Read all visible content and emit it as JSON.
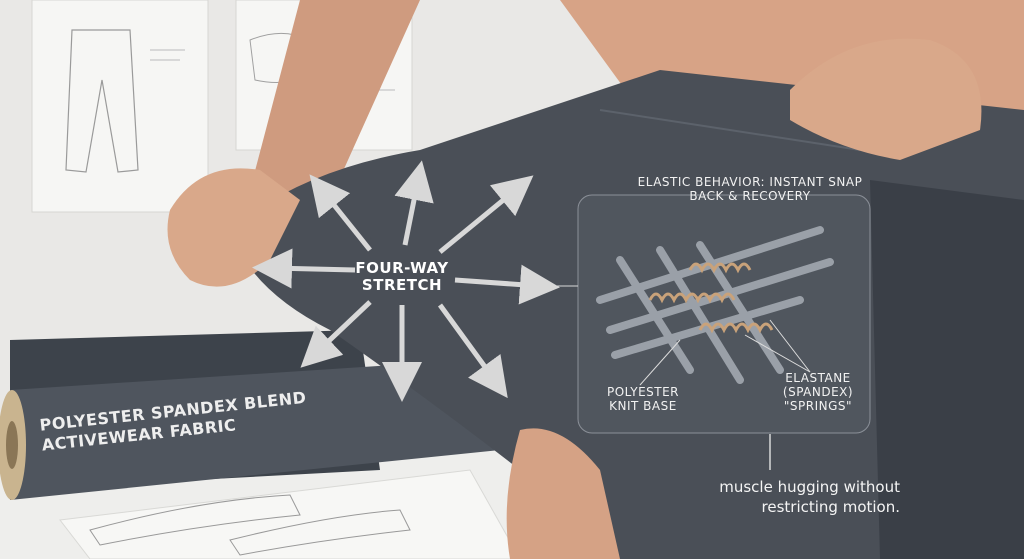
{
  "labels": {
    "stretch": "FOUR-WAY STRETCH",
    "elastic_behavior": "ELASTIC BEHAVIOR: INSTANT SNAP BACK & RECOVERY",
    "polyester": "POLYESTER KNIT BASE",
    "elastane": "ELASTANE (SPANDEX) \"SPRINGS\"",
    "caption": "muscle hugging without restricting motion.",
    "roll": "POLYESTER SPANDEX BLEND ACTIVEWEAR FABRIC"
  },
  "colors": {
    "fabric": "#4a4f57",
    "fabric_dark": "#3a3f47",
    "skin": "#d9a88a",
    "wall": "#e9e8e6",
    "arrow": "#d8d8d8",
    "spring": "#c9a27a",
    "fiber": "#9aa0a8"
  }
}
